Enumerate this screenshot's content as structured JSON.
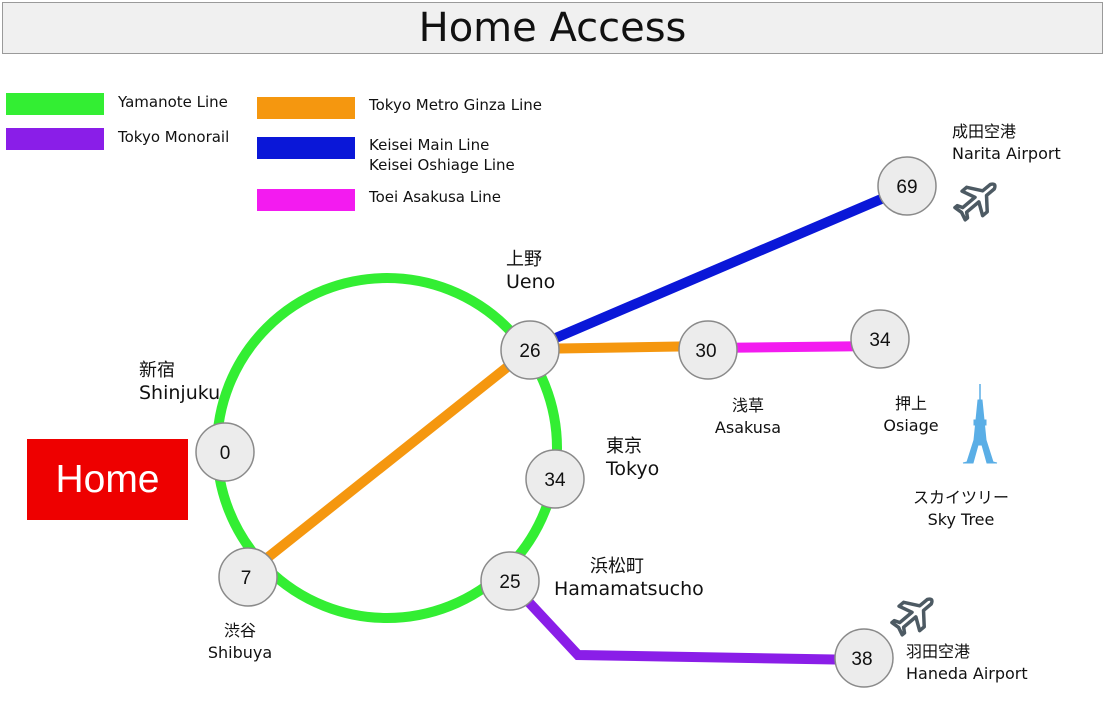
{
  "title": "Home Access",
  "legend": [
    {
      "label": "Yamanote Line",
      "color": "#33ee33"
    },
    {
      "label": "Tokyo Monorail",
      "color": "#8a1ee8"
    },
    {
      "label": "Tokyo Metro Ginza Line",
      "color": "#f5970f"
    },
    {
      "label": "Keisei Main Line",
      "label2": "Keisei Oshiage Line",
      "color": "#0a17d8"
    },
    {
      "label": "Toei Asakusa Line",
      "color": "#f31bf0"
    }
  ],
  "home_label": "Home",
  "stations": {
    "shinjuku": {
      "jp": "新宿",
      "en": "Shinjuku",
      "minutes": "0"
    },
    "shibuya": {
      "jp": "渋谷",
      "en": "Shibuya",
      "minutes": "7"
    },
    "ueno": {
      "jp": "上野",
      "en": "Ueno",
      "minutes": "26"
    },
    "tokyo": {
      "jp": "東京",
      "en": "Tokyo",
      "minutes": "34"
    },
    "hamamatsucho": {
      "jp": "浜松町",
      "en": "Hamamatsucho",
      "minutes": "25"
    },
    "asakusa": {
      "jp": "浅草",
      "en": "Asakusa",
      "minutes": "30"
    },
    "oshiage": {
      "jp": "押上",
      "en": "Osiage",
      "minutes": "34"
    },
    "narita": {
      "jp": "成田空港",
      "en": "Narita Airport",
      "minutes": "69"
    },
    "haneda": {
      "jp": "羽田空港",
      "en": "Haneda Airport",
      "minutes": "38"
    }
  },
  "skytree": {
    "jp": "スカイツリー",
    "en": "Sky Tree"
  },
  "colors": {
    "yamanote": "#33ee33",
    "monorail": "#8a1ee8",
    "ginza": "#f5970f",
    "keisei": "#0a17d8",
    "asakusa_line": "#f31bf0",
    "node_fill": "#ececec",
    "node_stroke": "#8a8a8a",
    "home": "#ee0000",
    "skytree": "#5aaee6"
  },
  "icons": [
    "airplane-icon",
    "skytree-icon"
  ]
}
